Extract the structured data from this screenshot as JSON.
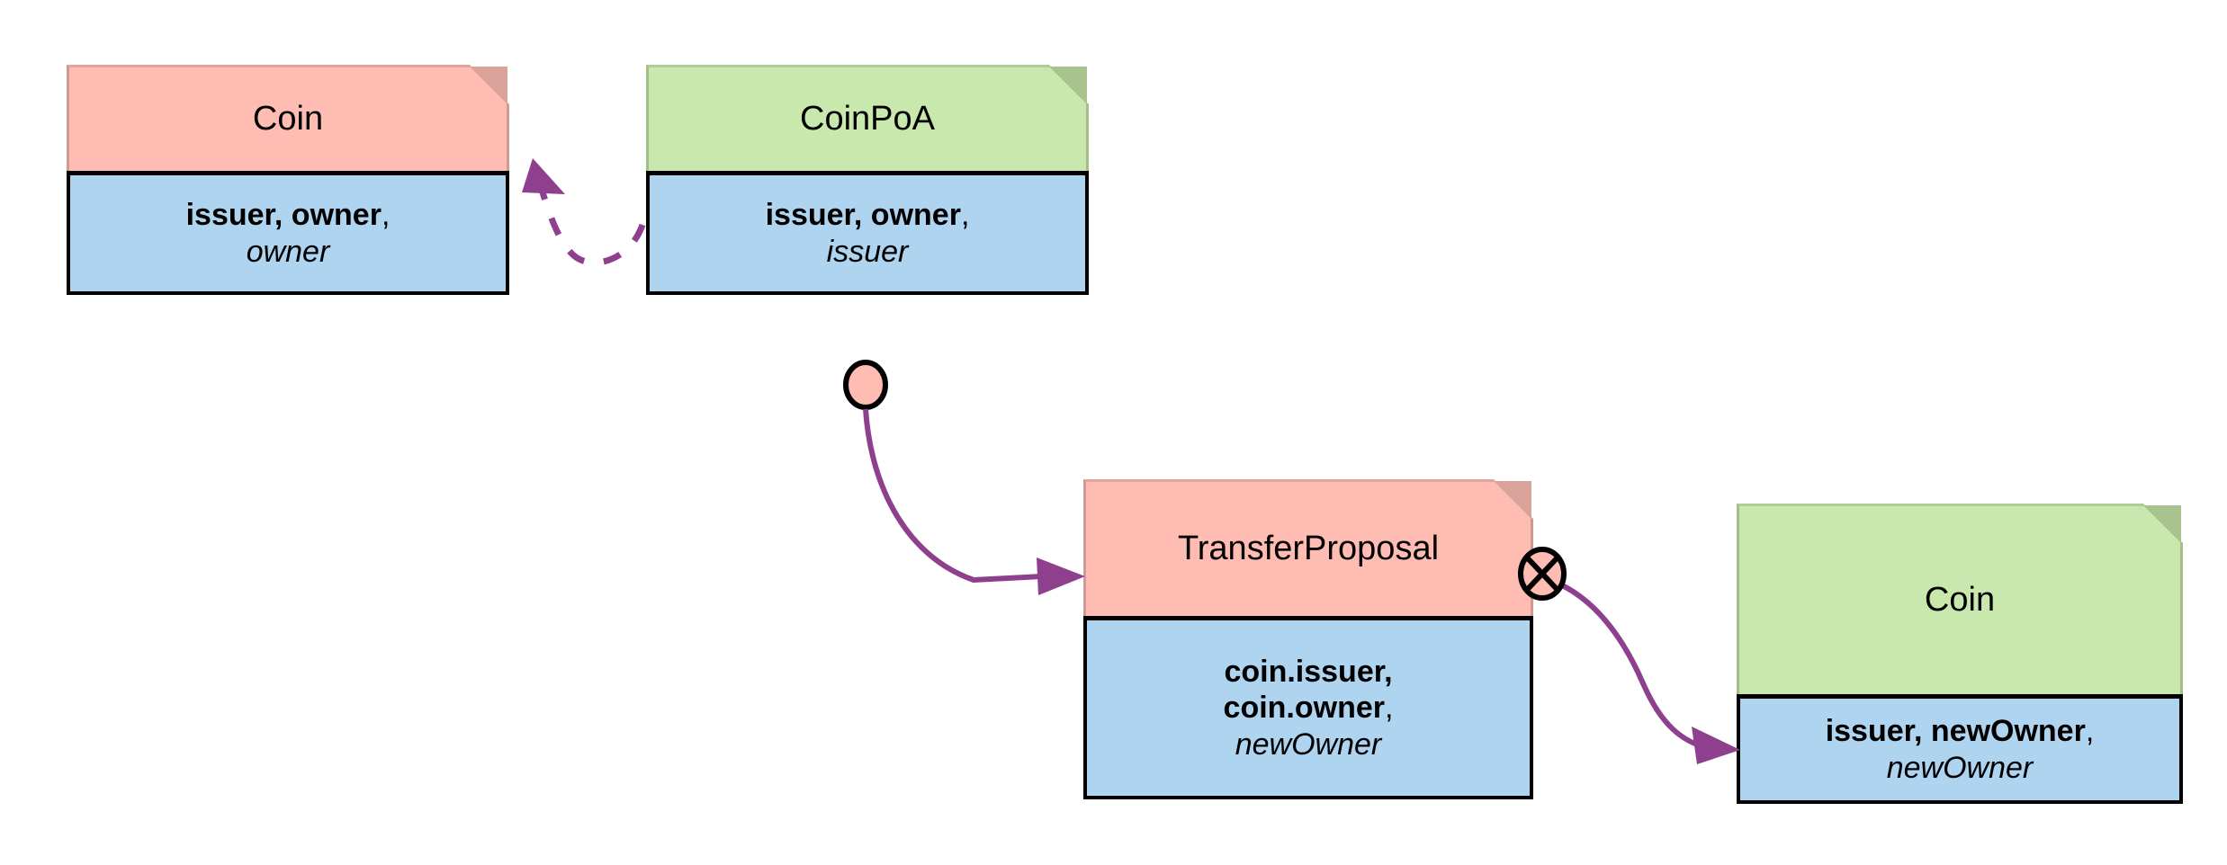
{
  "diagram": {
    "type": "uml-object-diagram",
    "background": "#ffffff",
    "palette": {
      "header_pink": "#ffbcb2",
      "header_green": "#c9e8ad",
      "body_blue": "#aed4f0",
      "fold_pink": "#d9a29a",
      "fold_green": "#a9c38f",
      "edge_purple": "#8e3f8e",
      "outline_black": "#000000"
    }
  },
  "nodes": [
    {
      "id": "coin-left",
      "name": "coin-input",
      "title": "Coin",
      "header_color": "#ffbcb2",
      "attributes": [
        {
          "bold": "issuer, owner",
          "sep": ","
        },
        {
          "italic": "owner"
        }
      ]
    },
    {
      "id": "coinpoa",
      "name": "coinpoa",
      "title": "CoinPoA",
      "header_color": "#c9e8ad",
      "attributes": [
        {
          "bold": "issuer, owner",
          "sep": ","
        },
        {
          "italic": "issuer"
        }
      ]
    },
    {
      "id": "transferproposal",
      "name": "transfer-proposal",
      "title": "TransferProposal",
      "header_color": "#ffbcb2",
      "attributes": [
        {
          "bold": "coin.issuer,",
          "sep": ""
        },
        {
          "bold": "coin.owner",
          "sep": ","
        },
        {
          "italic": "newOwner"
        }
      ]
    },
    {
      "id": "coin-right",
      "name": "coin-output",
      "title": "Coin",
      "header_color": "#c9e8ad",
      "attributes": [
        {
          "bold": "issuer, newOwner",
          "sep": ","
        },
        {
          "italic": "newOwner"
        }
      ]
    }
  ],
  "edges": [
    {
      "id": "edge-poa-to-coin",
      "name": "dependency-coinpoa-to-coin",
      "style": "dashed",
      "from": "coinpoa",
      "to": "coin-left",
      "arrow": "open-filled-triangle",
      "color": "#8e3f8e"
    },
    {
      "id": "edge-poa-to-proposal",
      "name": "invocation-coinpoa-to-transferproposal",
      "style": "solid",
      "from": "coinpoa",
      "to": "transferproposal",
      "arrow": "filled-triangle",
      "source_port": "lollipop-circle",
      "color": "#8e3f8e"
    },
    {
      "id": "edge-proposal-to-coin",
      "name": "invocation-transferproposal-to-coin",
      "style": "solid",
      "from": "transferproposal",
      "to": "coin-right",
      "arrow": "filled-triangle",
      "source_port": "crossed-circle",
      "color": "#8e3f8e"
    }
  ],
  "ports": [
    {
      "id": "port-coinpoa",
      "name": "lollipop-port-icon",
      "shape": "circle",
      "fill": "#ffbcb2"
    },
    {
      "id": "port-proposal",
      "name": "crossed-circle-port-icon",
      "shape": "circle-with-x",
      "fill": "#ffbcb2"
    }
  ]
}
